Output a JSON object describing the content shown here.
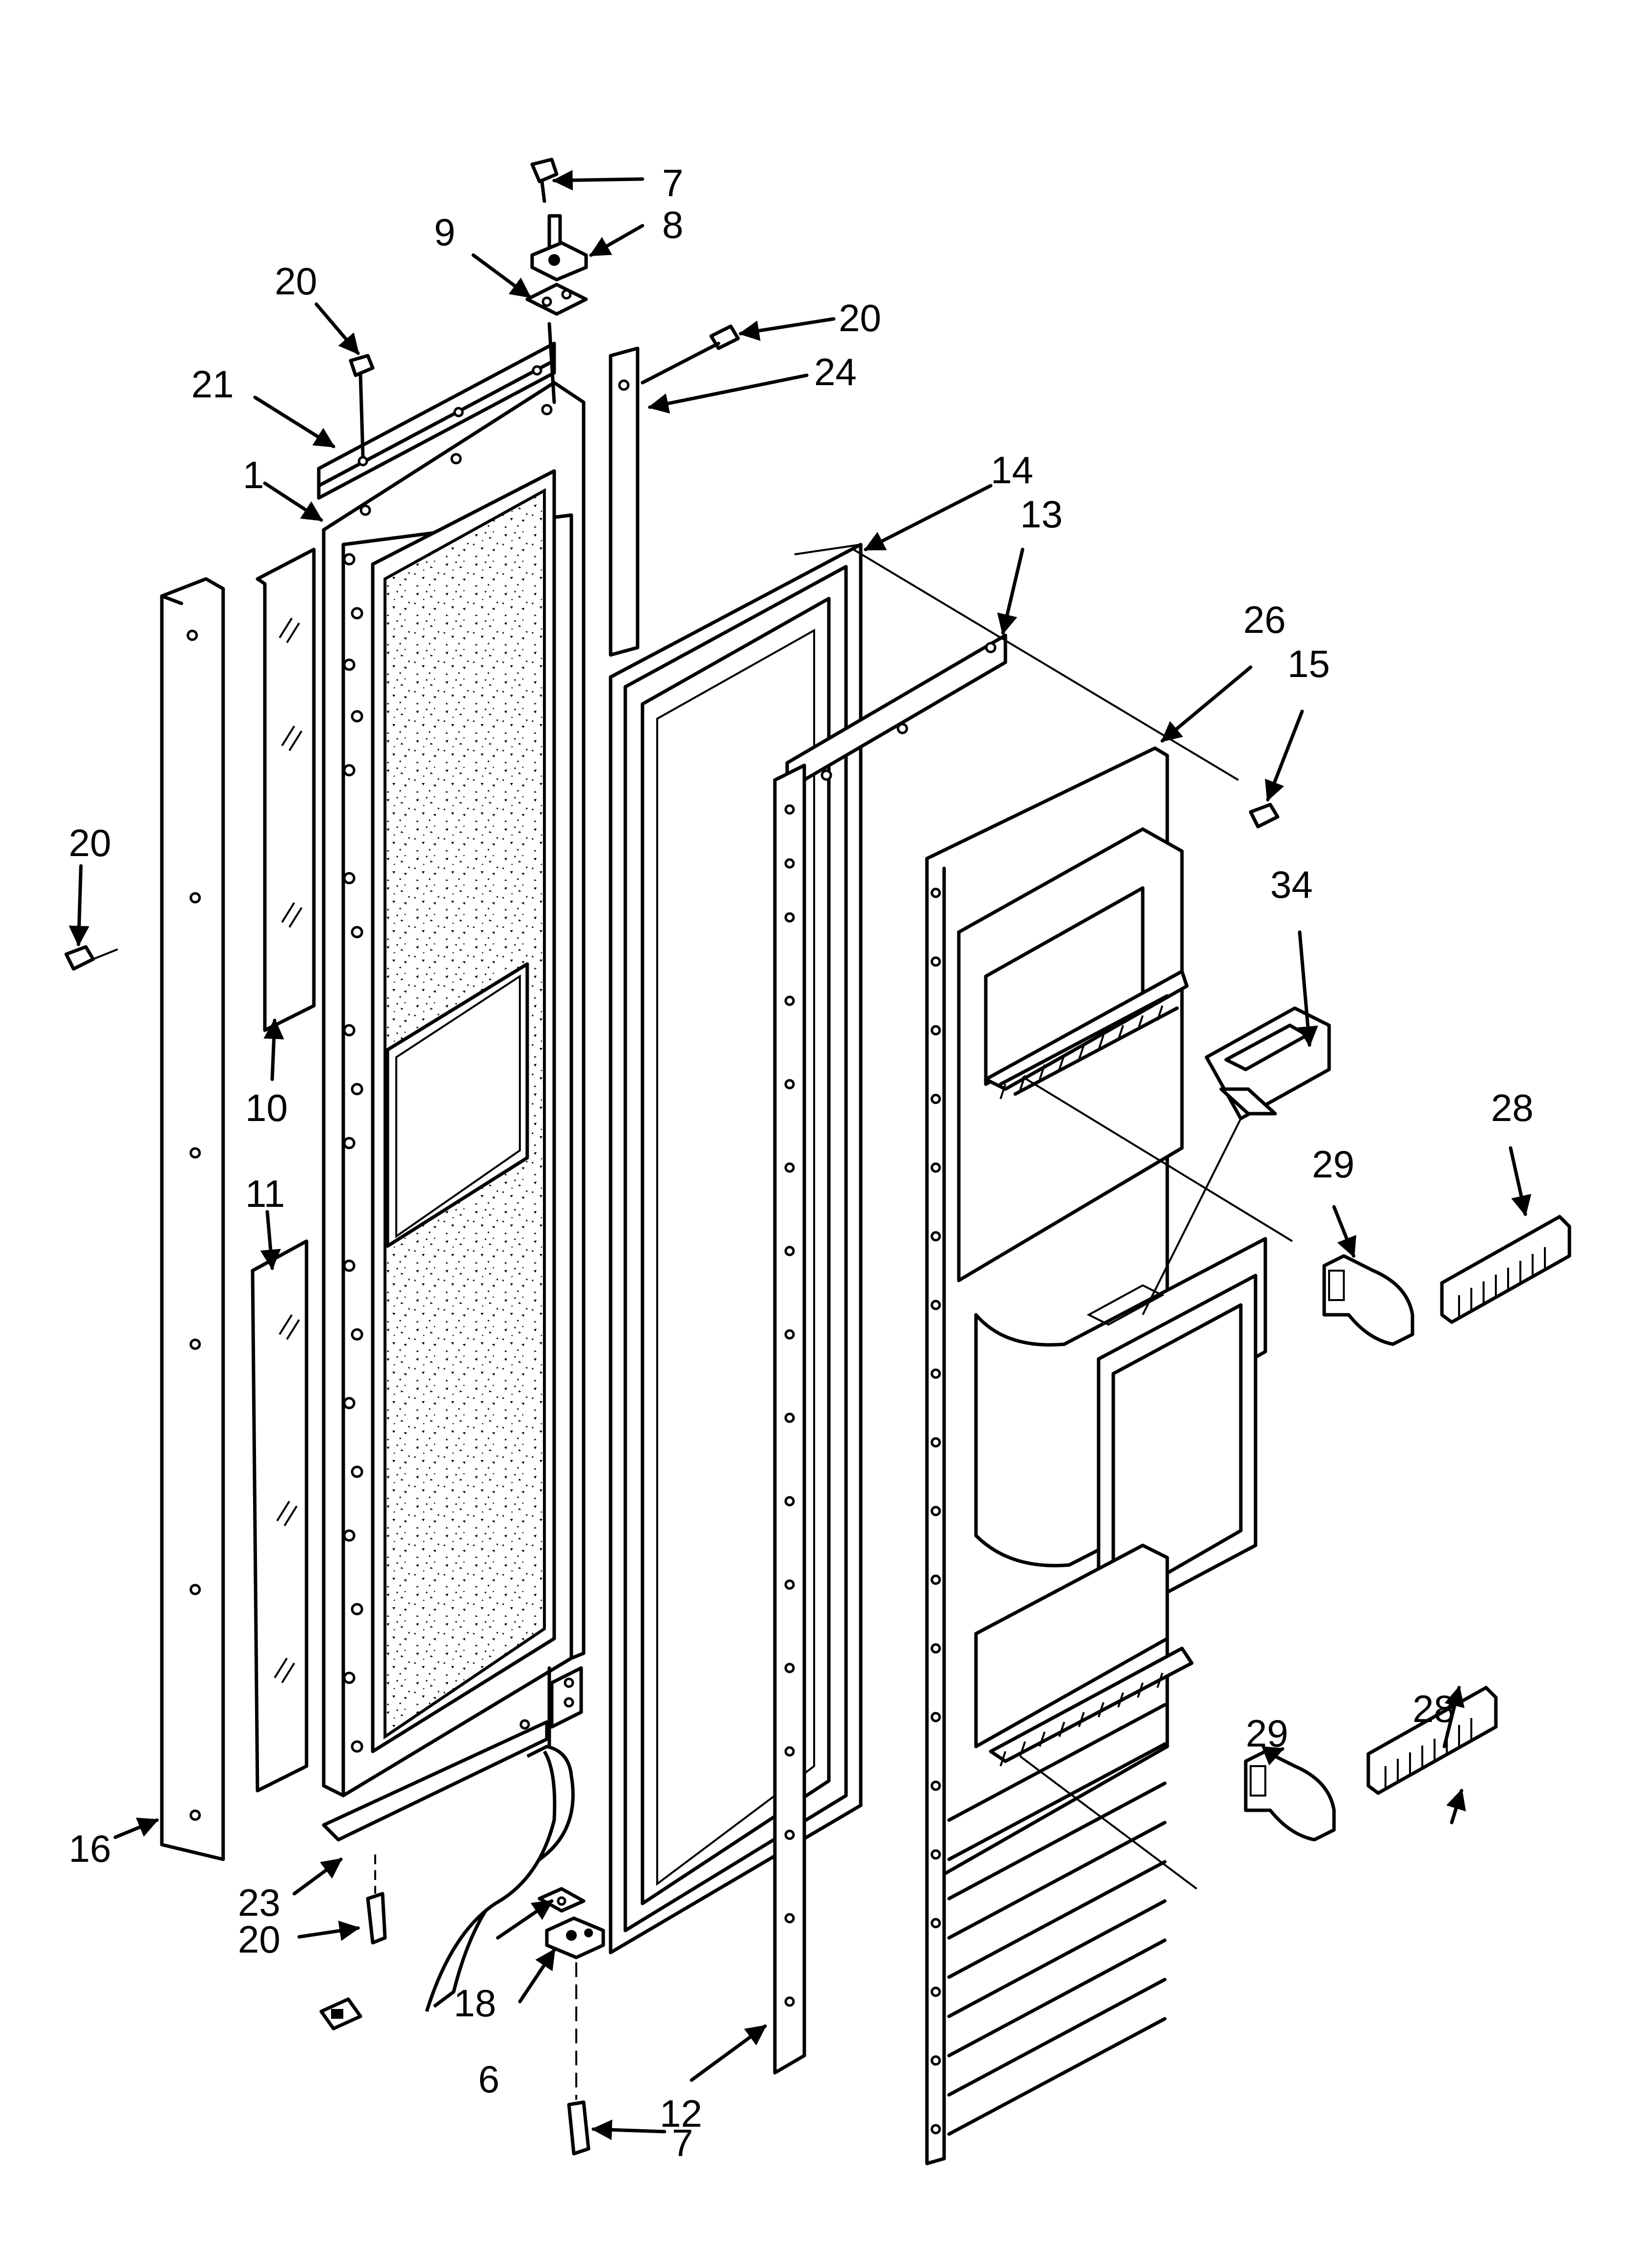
{
  "diagram": {
    "callouts": [
      {
        "id": "c7a",
        "label": "7"
      },
      {
        "id": "c8",
        "label": "8"
      },
      {
        "id": "c9",
        "label": "9"
      },
      {
        "id": "c20a",
        "label": "20"
      },
      {
        "id": "c20b",
        "label": "20"
      },
      {
        "id": "c24",
        "label": "24"
      },
      {
        "id": "c21",
        "label": "21"
      },
      {
        "id": "c1",
        "label": "1"
      },
      {
        "id": "c14",
        "label": "14"
      },
      {
        "id": "c13",
        "label": "13"
      },
      {
        "id": "c26",
        "label": "26"
      },
      {
        "id": "c15",
        "label": "15"
      },
      {
        "id": "c34",
        "label": "34"
      },
      {
        "id": "c20c",
        "label": "20"
      },
      {
        "id": "c10",
        "label": "10"
      },
      {
        "id": "c28a",
        "label": "28"
      },
      {
        "id": "c29a",
        "label": "29"
      },
      {
        "id": "c11",
        "label": "11"
      },
      {
        "id": "c28b",
        "label": "28"
      },
      {
        "id": "c29b",
        "label": "29"
      },
      {
        "id": "c16",
        "label": "16"
      },
      {
        "id": "c23",
        "label": "23"
      },
      {
        "id": "c20d",
        "label": "20"
      },
      {
        "id": "c18",
        "label": "18"
      },
      {
        "id": "c6",
        "label": "6"
      },
      {
        "id": "c12",
        "label": "12"
      },
      {
        "id": "c7b",
        "label": "7"
      }
    ]
  }
}
